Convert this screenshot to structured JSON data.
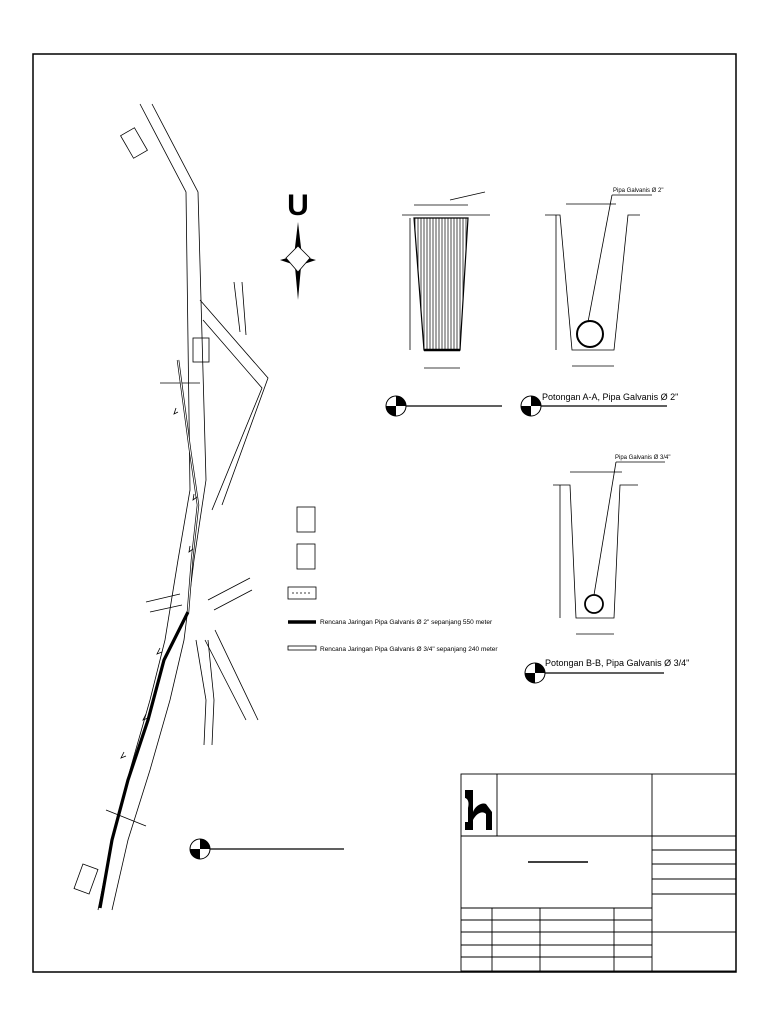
{
  "north_letter": "U",
  "pipe_label_2": "Pipa Galvanis Ø 2\"",
  "pipe_label_34": "Pipa Galvanis Ø 3/4\"",
  "section_aa_title": "Potongan A-A, Pipa Galvanis Ø 2\"",
  "section_bb_title": "Potongan B-B, Pipa Galvanis Ø 3/4\"",
  "legend": {
    "pipe_2in": "Rencana Jaringan Pipa Galvanis Ø 2\" sepanjang 550 meter",
    "pipe_34in": "Rencana Jaringan Pipa Galvanis Ø 3/4\" sepanjang 240 meter"
  }
}
